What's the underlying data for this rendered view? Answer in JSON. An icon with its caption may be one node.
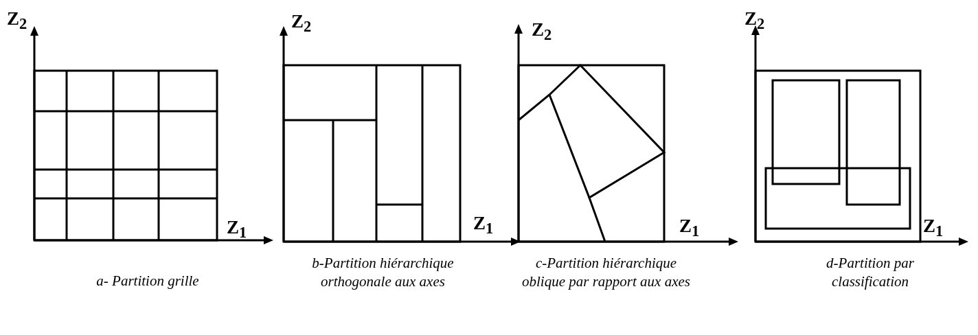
{
  "diagram": {
    "labels": [
      "Z$_{2}$",
      "Z$_{1}$",
      "a- Partition grille",
      "Z$_{2}$",
      "Z$_{1}$",
      "b-Partition hiérarchique orthogonale aux axes",
      "Z$_{2}$",
      "Z$_{1}$",
      "c-Partition hiérarchique oblique par rapport aux axes",
      "Z$_{2}$",
      "Z$_{1}$",
      "d-Partition par classification"
    ]
  }
}
